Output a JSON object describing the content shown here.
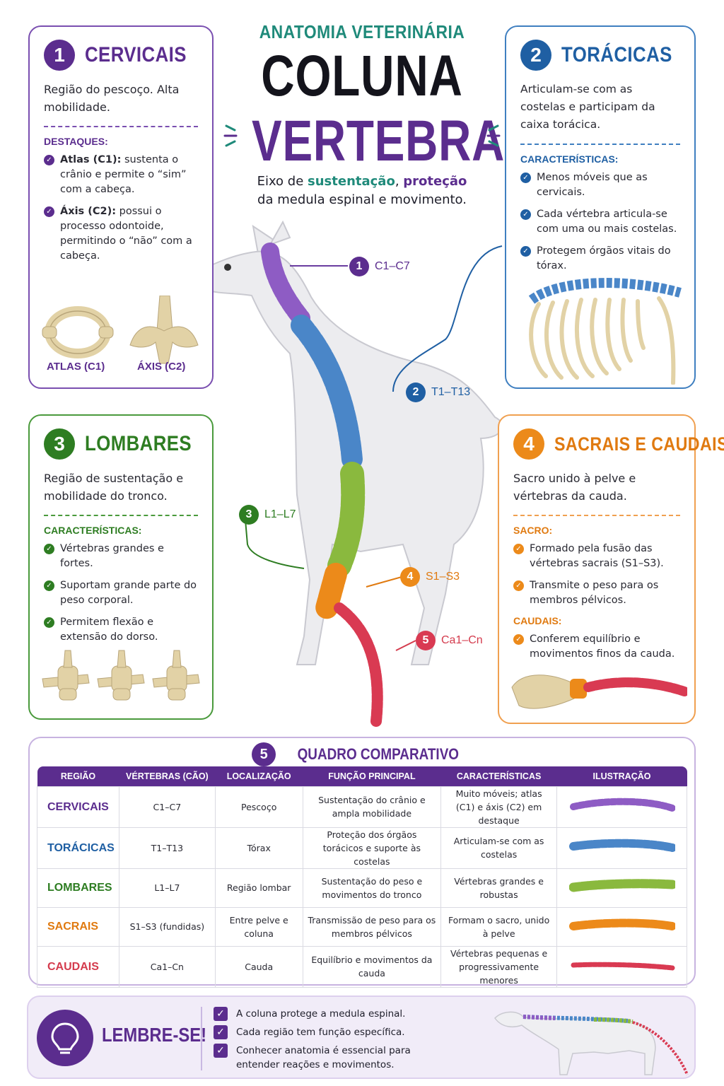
{
  "header": {
    "kicker": "ANATOMIA VETERINÁRIA",
    "title_line1": "COLUNA",
    "title_line2": "VERTEBRAL",
    "subtitle_pre": "Eixo de ",
    "subtitle_w1": "sustentação",
    "subtitle_sep": ", ",
    "subtitle_w2": "proteção",
    "subtitle_post": "da medula espinal e movimento."
  },
  "colors": {
    "cervical": "#8e5cc4",
    "toracica": "#4a86c8",
    "lombar": "#8ab93e",
    "sacral": "#ec8a1a",
    "caudal": "#d93a52",
    "bone": "#ede0bf"
  },
  "cards": {
    "cervicais": {
      "number": "1",
      "title": "CERVICAIS",
      "desc": "Região do pescoço. Alta mobilidade.",
      "sub": "DESTAQUES:",
      "items": [
        {
          "bold": "Atlas (C1):",
          "text": " sustenta o crânio e permite o “sim” com a cabeça."
        },
        {
          "bold": "Áxis (C2):",
          "text": " possui o processo odontoide, permitindo o “não” com a cabeça."
        }
      ],
      "bone_labels": [
        "ATLAS (C1)",
        "ÁXIS (C2)"
      ]
    },
    "toracicas": {
      "number": "2",
      "title": "TORÁCICAS",
      "desc": "Articulam-se com as costelas e participam da caixa torácica.",
      "sub": "CARACTERÍSTICAS:",
      "items": [
        "Menos móveis que as cervicais.",
        "Cada vértebra articula-se com uma ou mais costelas.",
        "Protegem órgãos vitais do tórax."
      ]
    },
    "lombares": {
      "number": "3",
      "title": "LOMBARES",
      "desc": "Região de sustentação e mobilidade do tronco.",
      "sub": "CARACTERÍSTICAS:",
      "items": [
        "Vértebras grandes e fortes.",
        "Suportam grande parte do peso corporal.",
        "Permitem flexão e extensão do dorso."
      ]
    },
    "sacrais": {
      "number": "4",
      "title": "SACRAIS E CAUDAIS",
      "desc": "Sacro unido à pelve e vértebras da cauda.",
      "sub1": "SACRO:",
      "items1": [
        "Formado pela fusão das vértebras sacrais (S1–S3).",
        "Transmite o peso para os membros pélvicos."
      ],
      "sub2": "CAUDAIS:",
      "items2": [
        "Conferem equilíbrio e movimentos finos da cauda."
      ]
    }
  },
  "spine_labels": [
    {
      "num": "1",
      "text": "C1–C7"
    },
    {
      "num": "2",
      "text": "T1–T13"
    },
    {
      "num": "3",
      "text": "L1–L7"
    },
    {
      "num": "4",
      "text": "S1–S3"
    },
    {
      "num": "5",
      "text": "Ca1–Cn"
    }
  ],
  "table": {
    "number": "5",
    "title": "QUADRO COMPARATIVO",
    "headers": [
      "REGIÃO",
      "VÉRTEBRAS (CÃO)",
      "LOCALIZAÇÃO",
      "FUNÇÃO PRINCIPAL",
      "CARACTERÍSTICAS",
      "ILUSTRAÇÃO"
    ],
    "rows": [
      {
        "region": "CERVICAIS",
        "vert": "C1–C7",
        "loc": "Pescoço",
        "func": "Sustentação do crânio e ampla mobilidade",
        "car": "Muito móveis; atlas (C1) e áxis (C2) em destaque"
      },
      {
        "region": "TORÁCICAS",
        "vert": "T1–T13",
        "loc": "Tórax",
        "func": "Proteção dos órgãos torácicos e suporte às costelas",
        "car": "Articulam-se com as costelas"
      },
      {
        "region": "LOMBARES",
        "vert": "L1–L7",
        "loc": "Região lombar",
        "func": "Sustentação do peso e movimentos do tronco",
        "car": "Vértebras grandes e robustas"
      },
      {
        "region": "SACRAIS",
        "vert": "S1–S3 (fundidas)",
        "loc": "Entre pelve e coluna",
        "func": "Transmissão de peso para os membros pélvicos",
        "car": "Formam o sacro, unido à pelve"
      },
      {
        "region": "CAUDAIS",
        "vert": "Ca1–Cn",
        "loc": "Cauda",
        "func": "Equilíbrio e movimentos da cauda",
        "car": "Vértebras pequenas e progressivamente menores"
      }
    ]
  },
  "footer": {
    "title": "LEMBRE-SE!",
    "items": [
      "A coluna protege a medula espinal.",
      "Cada região tem função específica.",
      "Conhecer anatomia é essencial para entender reações e movimentos."
    ]
  }
}
